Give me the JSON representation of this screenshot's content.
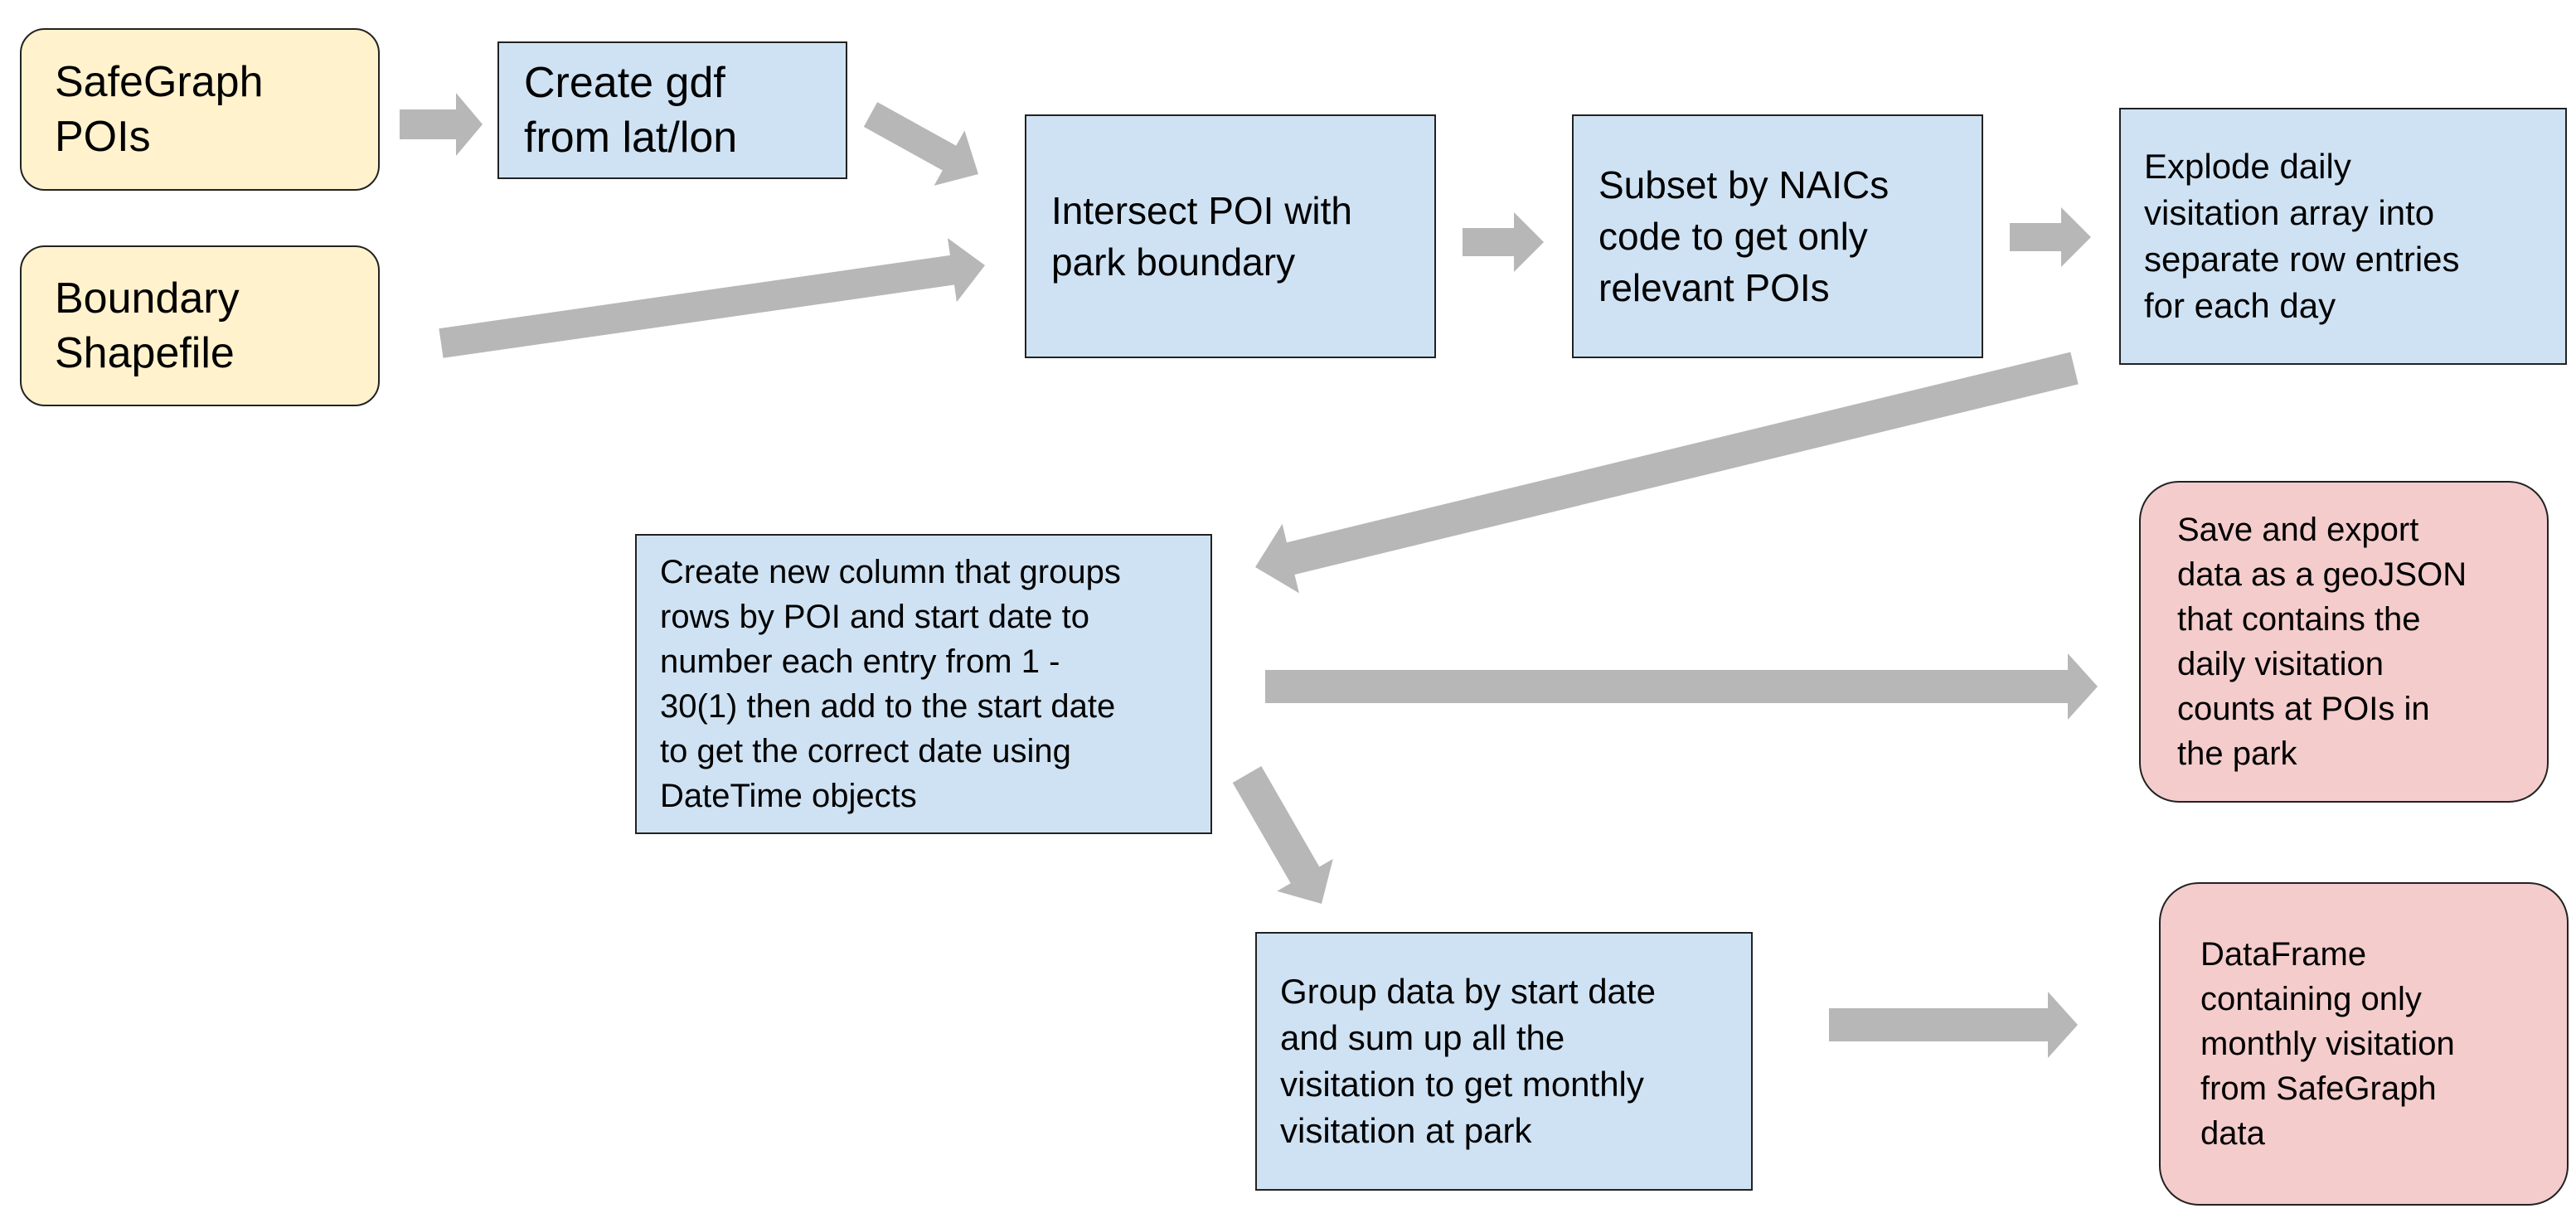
{
  "diagram": {
    "colors": {
      "source": "#fff2cc",
      "process": "#cfe2f3",
      "output": "#f4cccc",
      "arrow": "#b7b7b7",
      "border": "#222222"
    },
    "nodes": {
      "safegraph_pois": "SafeGraph\nPOIs",
      "boundary_shapefile": "Boundary\nShapefile",
      "create_gdf": "Create gdf\nfrom lat/lon",
      "intersect": "Intersect POI with\npark boundary",
      "subset": "Subset by NAICs\ncode to get only\nrelevant POIs",
      "explode": "Explode daily\nvisitation array into\nseparate row entries\nfor each day",
      "create_column": "Create new column that groups\nrows by POI and start date to\nnumber each entry from 1 -\n30(1) then add to the start date\nto get the correct date using\nDateTime objects",
      "save_export": "Save and export\ndata as a geoJSON\nthat contains the\ndaily visitation\ncounts at POIs in\nthe park",
      "group_data": "Group data by start date\nand sum up all the\nvisitation to get monthly\nvisitation at park",
      "dataframe": "DataFrame\ncontaining  only\nmonthly visitation\nfrom SafeGraph\ndata"
    },
    "edges": [
      {
        "from": "safegraph_pois",
        "to": "create_gdf"
      },
      {
        "from": "create_gdf",
        "to": "intersect"
      },
      {
        "from": "boundary_shapefile",
        "to": "intersect"
      },
      {
        "from": "intersect",
        "to": "subset"
      },
      {
        "from": "subset",
        "to": "explode"
      },
      {
        "from": "explode",
        "to": "create_column"
      },
      {
        "from": "create_column",
        "to": "save_export"
      },
      {
        "from": "create_column",
        "to": "group_data"
      },
      {
        "from": "group_data",
        "to": "dataframe"
      }
    ]
  }
}
